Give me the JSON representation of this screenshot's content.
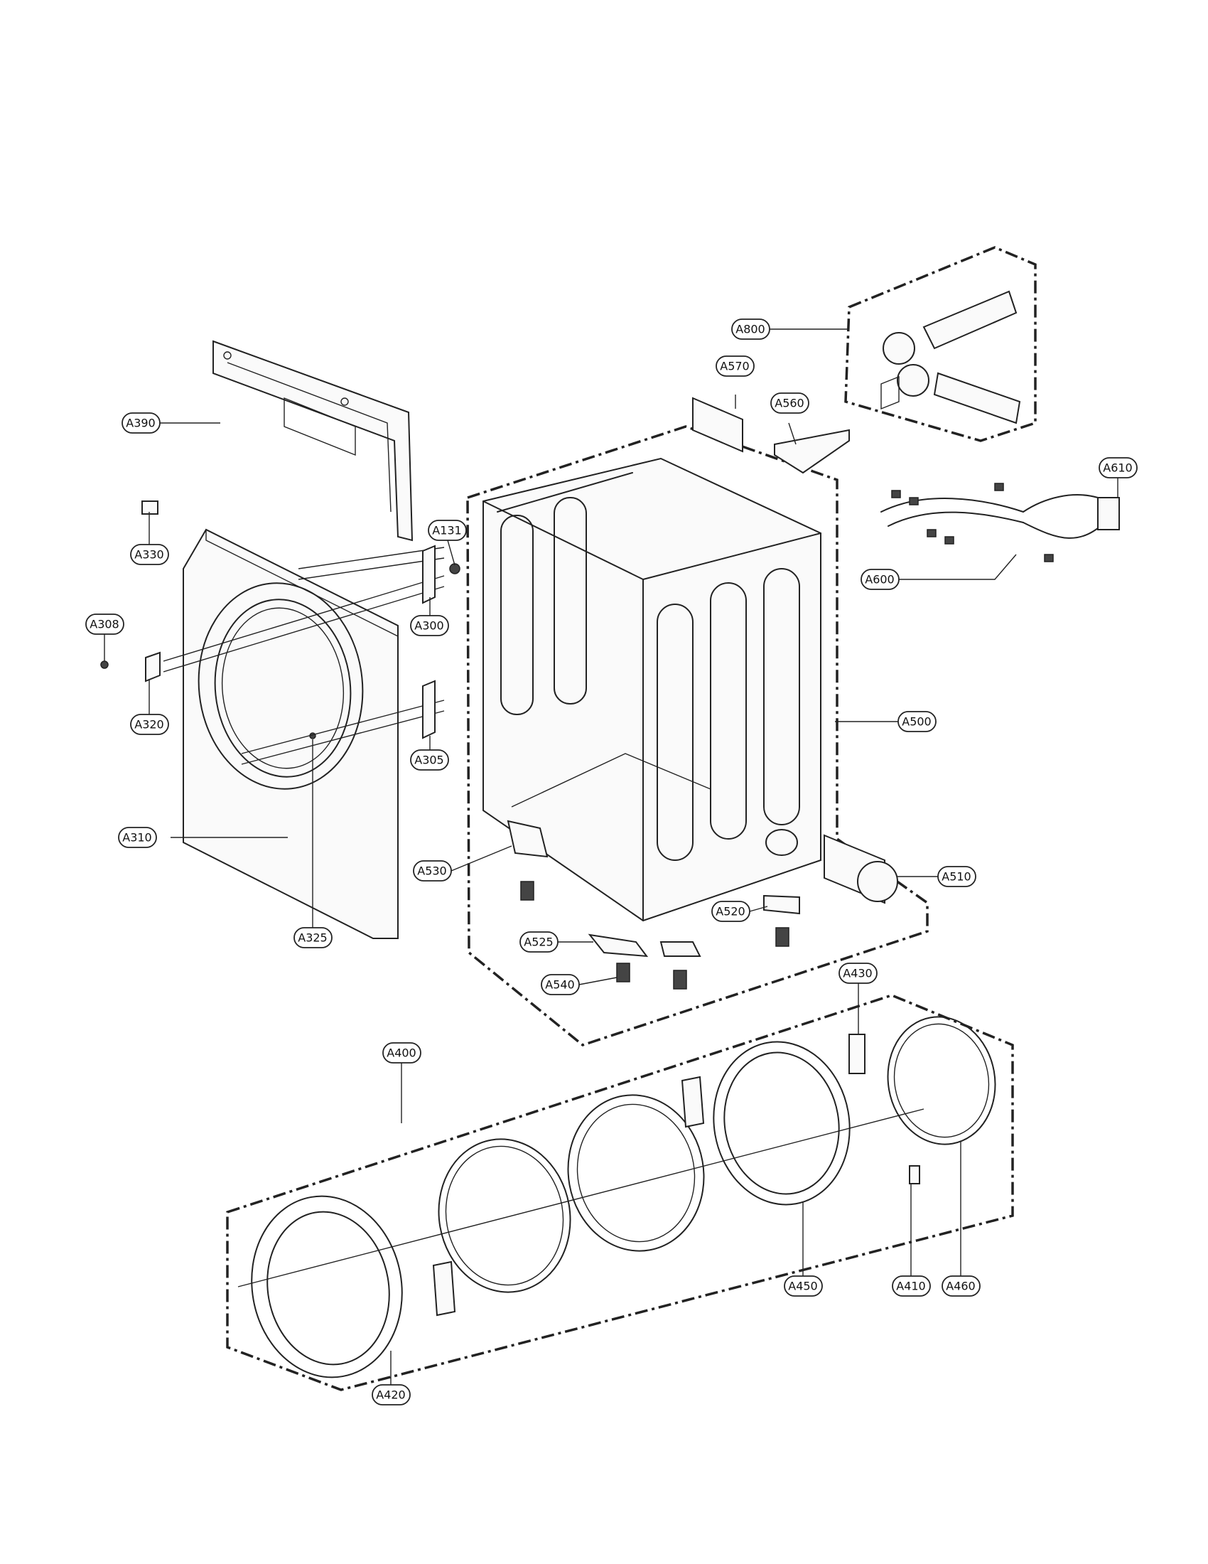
{
  "labels": {
    "a800": "A800",
    "a570": "A570",
    "a560": "A560",
    "a610": "A610",
    "a390": "A390",
    "a330": "A330",
    "a131": "A131",
    "a600": "A600",
    "a308": "A308",
    "a300": "A300",
    "a320": "A320",
    "a305": "A305",
    "a500": "A500",
    "a310": "A310",
    "a530": "A530",
    "a510": "A510",
    "a325": "A325",
    "a520": "A520",
    "a525": "A525",
    "a540": "A540",
    "a430": "A430",
    "a400": "A400",
    "a450": "A450",
    "a410": "A410",
    "a460": "A460",
    "a420": "A420"
  }
}
